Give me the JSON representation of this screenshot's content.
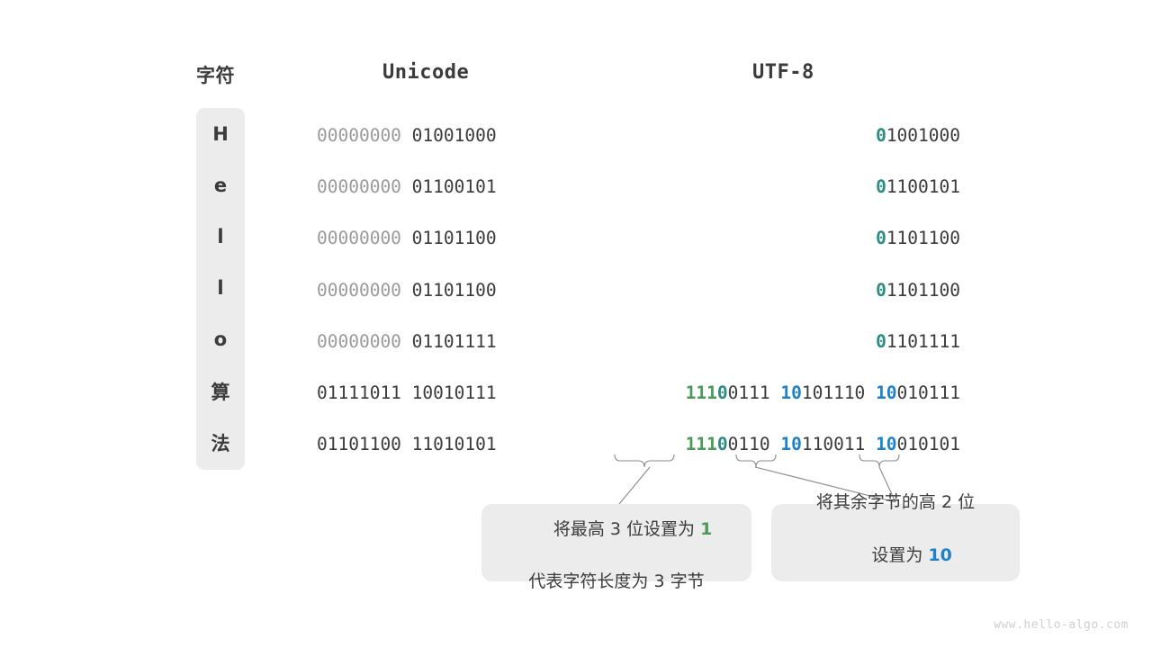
{
  "headers": {
    "char": "字符",
    "unicode": "Unicode",
    "utf8": "UTF-8"
  },
  "colors": {
    "dim": "#9a9a9a",
    "dark": "#3b3b3b",
    "teal": "#2a8c83",
    "green": "#4a9a58",
    "blue": "#1f82c8",
    "panel": "#ececec",
    "watermark": "#cfcfcf"
  },
  "rows": [
    {
      "char": "H",
      "unicode_hi": "00000000",
      "unicode_lo": "01001000",
      "utf8_groups": [
        {
          "lead": "0",
          "lead_color": "teal",
          "rest": "1001000"
        }
      ]
    },
    {
      "char": "e",
      "unicode_hi": "00000000",
      "unicode_lo": "01100101",
      "utf8_groups": [
        {
          "lead": "0",
          "lead_color": "teal",
          "rest": "1100101"
        }
      ]
    },
    {
      "char": "l",
      "unicode_hi": "00000000",
      "unicode_lo": "01101100",
      "utf8_groups": [
        {
          "lead": "0",
          "lead_color": "teal",
          "rest": "1101100"
        }
      ]
    },
    {
      "char": "l",
      "unicode_hi": "00000000",
      "unicode_lo": "01101100",
      "utf8_groups": [
        {
          "lead": "0",
          "lead_color": "teal",
          "rest": "1101100"
        }
      ]
    },
    {
      "char": "o",
      "unicode_hi": "00000000",
      "unicode_lo": "01101111",
      "utf8_groups": [
        {
          "lead": "0",
          "lead_color": "teal",
          "rest": "1101111"
        }
      ]
    },
    {
      "char": "算",
      "unicode_hi": "01111011",
      "unicode_lo": "10010111",
      "unicode_hi_dark": true,
      "utf8_groups": [
        {
          "prefix": "111",
          "prefix_color": "green",
          "lead": "0",
          "lead_color": "teal",
          "rest": "0111"
        },
        {
          "prefix": "10",
          "prefix_color": "blue",
          "rest": "101110"
        },
        {
          "prefix": "10",
          "prefix_color": "blue",
          "rest": "010111"
        }
      ]
    },
    {
      "char": "法",
      "unicode_hi": "01101100",
      "unicode_lo": "11010101",
      "unicode_hi_dark": true,
      "utf8_groups": [
        {
          "prefix": "111",
          "prefix_color": "green",
          "lead": "0",
          "lead_color": "teal",
          "rest": "0110"
        },
        {
          "prefix": "10",
          "prefix_color": "blue",
          "rest": "110011"
        },
        {
          "prefix": "10",
          "prefix_color": "blue",
          "rest": "010101"
        }
      ]
    }
  ],
  "callouts": [
    {
      "id": "callout-1",
      "line1_a": "将最高 3 位设置为 ",
      "line1_hl": "1",
      "line1_hl_color": "green",
      "line2": "代表字符长度为 3 字节"
    },
    {
      "id": "callout-2",
      "line1_a": "将其余字节的高 2 位",
      "line2_a": "设置为 ",
      "line2_hl": "10",
      "line2_hl_color": "blue"
    }
  ],
  "watermark": "www.hello-algo.com"
}
